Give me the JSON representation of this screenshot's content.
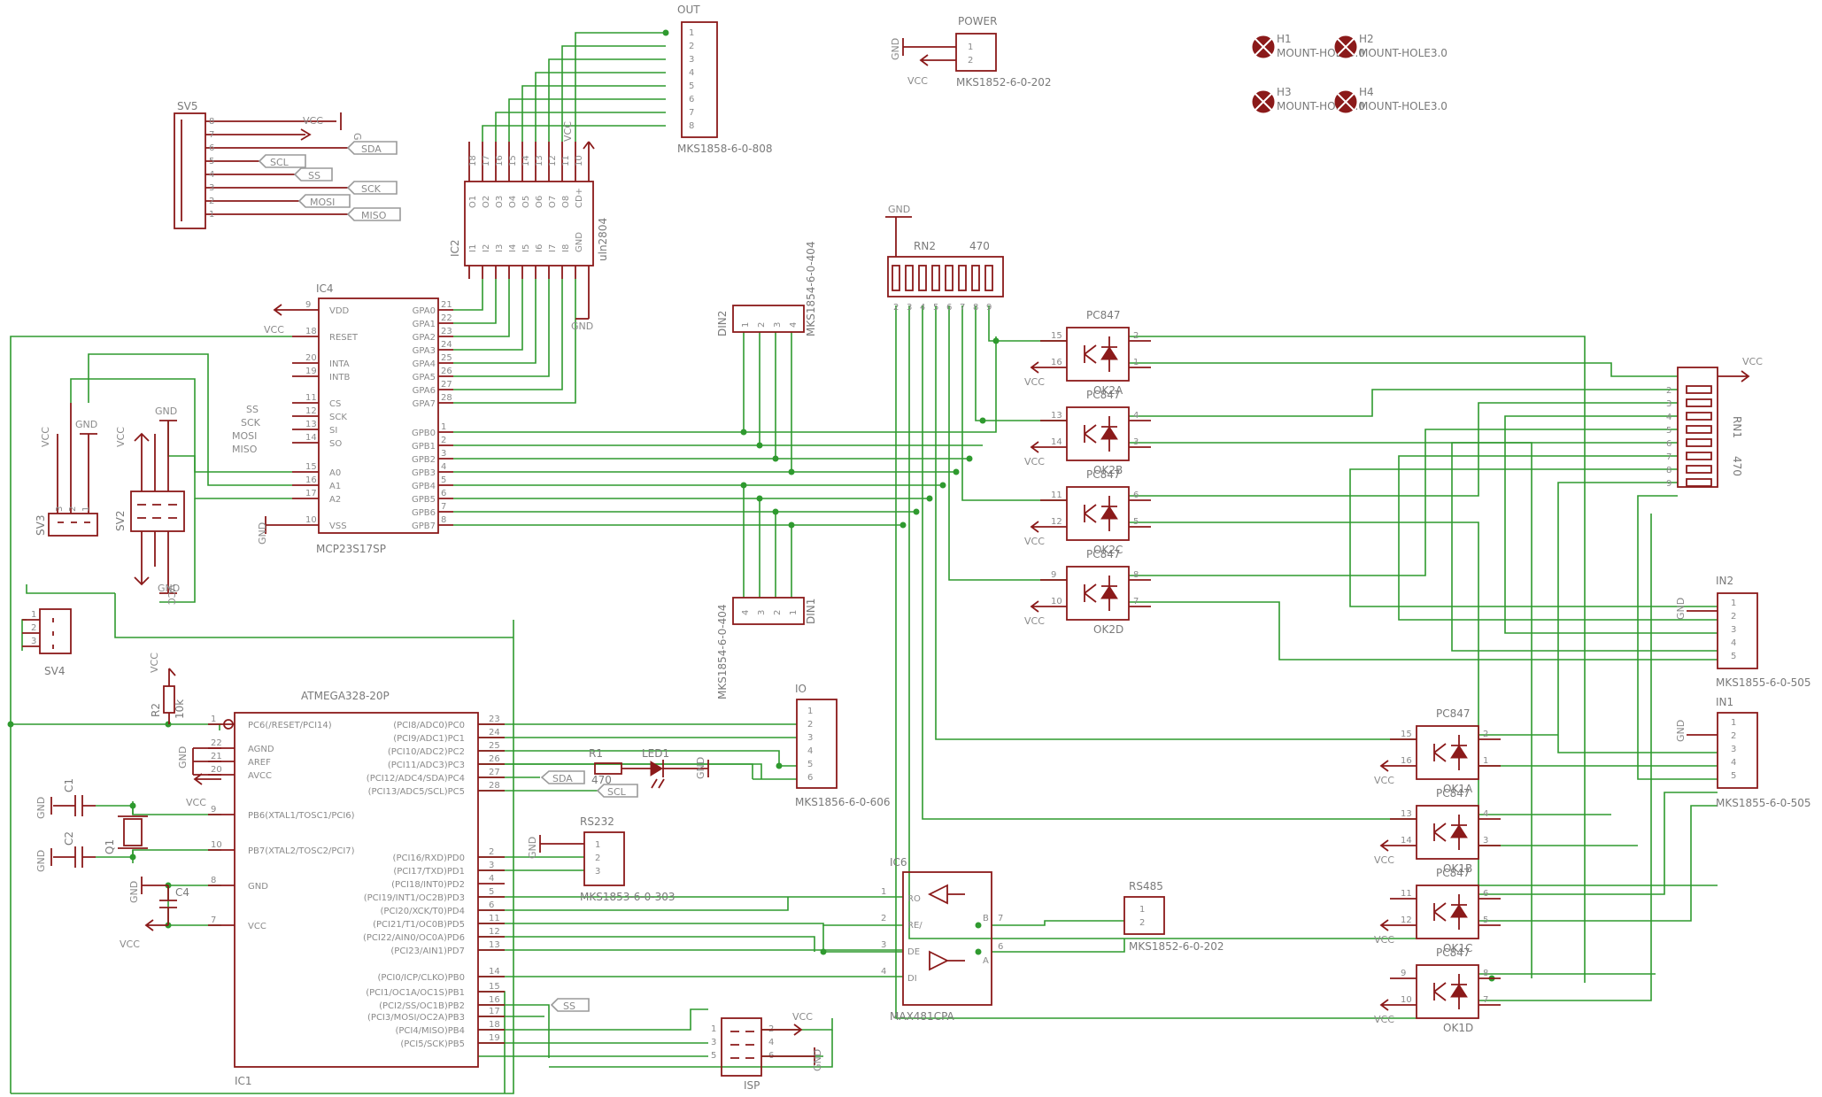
{
  "components": {
    "out": {
      "ref": "OUT",
      "value": "MKS1858-6-0-808",
      "pins": [
        "1",
        "2",
        "3",
        "4",
        "5",
        "6",
        "7",
        "8"
      ]
    },
    "power": {
      "ref": "POWER",
      "value": "MKS1852-6-0-202",
      "gnd": "GND",
      "vcc": "VCC"
    },
    "holes": [
      {
        "ref": "H1",
        "value": "MOUNT-HOLE3.0"
      },
      {
        "ref": "H2",
        "value": "MOUNT-HOLE3.0"
      },
      {
        "ref": "H3",
        "value": "MOUNT-HOLE3.0"
      },
      {
        "ref": "H4",
        "value": "MOUNT-HOLE3.0"
      }
    ],
    "sv5": {
      "ref": "SV5",
      "nets": [
        "VCC",
        "GND",
        "SDA",
        "SCL",
        "SS",
        "SCK",
        "MOSI",
        "MISO"
      ]
    },
    "ic2": {
      "ref": "IC2",
      "value": "uln2804",
      "top": [
        "18",
        "17",
        "16",
        "15",
        "14",
        "13",
        "12",
        "11",
        "10"
      ],
      "out": [
        "O1",
        "O2",
        "O3",
        "O4",
        "O5",
        "O6",
        "O7",
        "O8",
        "CD+"
      ],
      "in": [
        "I1",
        "I2",
        "I3",
        "I4",
        "I5",
        "I6",
        "I7",
        "I8",
        "GND"
      ],
      "vcc": "VCC",
      "gnd": "GND"
    },
    "ic4": {
      "ref": "IC4",
      "value": "MCP23S17SP",
      "left": [
        [
          "9",
          "VDD"
        ],
        [
          "18",
          "RESET"
        ],
        [
          "20",
          "INTA"
        ],
        [
          "19",
          "INTB"
        ],
        [
          "11",
          "CS"
        ],
        [
          "12",
          "SCK"
        ],
        [
          "13",
          "SI"
        ],
        [
          "14",
          "SO"
        ],
        [
          "15",
          "A0"
        ],
        [
          "16",
          "A1"
        ],
        [
          "17",
          "A2"
        ],
        [
          "10",
          "VSS"
        ]
      ],
      "right": [
        [
          "21",
          "GPA0"
        ],
        [
          "22",
          "GPA1"
        ],
        [
          "23",
          "GPA2"
        ],
        [
          "24",
          "GPA3"
        ],
        [
          "25",
          "GPA4"
        ],
        [
          "26",
          "GPA5"
        ],
        [
          "27",
          "GPA6"
        ],
        [
          "28",
          "GPA7"
        ],
        [
          "1",
          "GPB0"
        ],
        [
          "2",
          "GPB1"
        ],
        [
          "3",
          "GPB2"
        ],
        [
          "4",
          "GPB3"
        ],
        [
          "5",
          "GPB4"
        ],
        [
          "6",
          "GPB5"
        ],
        [
          "7",
          "GPB6"
        ],
        [
          "8",
          "GPB7"
        ]
      ],
      "nets": [
        "SS",
        "SCK",
        "MOSI",
        "MISO"
      ],
      "vcc": "VCC",
      "gnd": "GND"
    },
    "din2": {
      "ref": "DIN2",
      "value": "MKS1854-6-0-404"
    },
    "din1": {
      "ref": "DIN1",
      "value": "MKS1854-6-0-404"
    },
    "rn2": {
      "ref": "RN2",
      "value": "470",
      "gnd": "GND"
    },
    "rn1": {
      "ref": "RN1",
      "value": "470",
      "vcc": "VCC"
    },
    "ok2": [
      {
        "ref": "OK2A",
        "pins": [
          "15",
          "16",
          "2",
          "1"
        ]
      },
      {
        "ref": "OK2B",
        "pins": [
          "13",
          "14",
          "4",
          "3"
        ]
      },
      {
        "ref": "OK2C",
        "pins": [
          "11",
          "12",
          "6",
          "5"
        ]
      },
      {
        "ref": "OK2D",
        "pins": [
          "9",
          "10",
          "8",
          "7"
        ]
      }
    ],
    "ok1": [
      {
        "ref": "OK1A",
        "pins": [
          "15",
          "16",
          "2",
          "1"
        ]
      },
      {
        "ref": "OK1B",
        "pins": [
          "13",
          "14",
          "4",
          "3"
        ]
      },
      {
        "ref": "OK1C",
        "pins": [
          "11",
          "12",
          "6",
          "5"
        ]
      },
      {
        "ref": "OK1D",
        "pins": [
          "9",
          "10",
          "8",
          "7"
        ]
      }
    ],
    "pc847": "PC847",
    "in2": {
      "ref": "IN2",
      "value": "MKS1855-6-0-505",
      "gnd": "GND"
    },
    "in1": {
      "ref": "IN1",
      "value": "MKS1855-6-0-505",
      "gnd": "GND"
    },
    "sv3": {
      "ref": "SV3",
      "vcc": "VCC",
      "gnd": "GND"
    },
    "sv2": {
      "ref": "SV2",
      "vcc": "VCC",
      "gnd": "GND",
      "vcc2": "VCC"
    },
    "sv4": {
      "ref": "SV4"
    },
    "ic1": {
      "ref": "IC1",
      "value": "ATMEGA328-20P",
      "left": [
        [
          "1",
          "PC6(/RESET/PCI14)"
        ],
        [
          "22",
          "AGND"
        ],
        [
          "21",
          "AREF"
        ],
        [
          "20",
          "AVCC"
        ],
        [
          "9",
          "PB6(XTAL1/TOSC1/PCI6)"
        ],
        [
          "10",
          "PB7(XTAL2/TOSC2/PCI7)"
        ],
        [
          "8",
          "GND"
        ],
        [
          "7",
          "VCC"
        ]
      ],
      "right": [
        [
          "23",
          "(PCI8/ADC0)PC0"
        ],
        [
          "24",
          "(PCI9/ADC1)PC1"
        ],
        [
          "25",
          "(PCI10/ADC2)PC2"
        ],
        [
          "26",
          "(PCI11/ADC3)PC3"
        ],
        [
          "27",
          "(PCI12/ADC4/SDA)PC4"
        ],
        [
          "28",
          "(PCI13/ADC5/SCL)PC5"
        ],
        [
          "2",
          "(PCI16/RXD)PD0"
        ],
        [
          "3",
          "(PCI17/TXD)PD1"
        ],
        [
          "4",
          "(PCI18/INT0)PD2"
        ],
        [
          "5",
          "(PCI19/INT1/OC2B)PD3"
        ],
        [
          "6",
          "(PCI20/XCK/T0)PD4"
        ],
        [
          "11",
          "(PCI21/T1/OC0B)PD5"
        ],
        [
          "12",
          "(PCI22/AIN0/OC0A)PD6"
        ],
        [
          "13",
          "(PCI23/AIN1)PD7"
        ],
        [
          "14",
          "(PCI0/ICP/CLKO)PB0"
        ],
        [
          "15",
          "(PCI1/OC1A/OC1S)PB1"
        ],
        [
          "16",
          "(PCI2/SS/OC1B)PB2"
        ],
        [
          "17",
          "(PCI3/MOSI/OC2A)PB3"
        ],
        [
          "18",
          "(PCI4/MISO)PB4"
        ],
        [
          "19",
          "(PCI5/SCK)PB5"
        ]
      ]
    },
    "r2": {
      "ref": "R2",
      "value": "10k",
      "vcc": "VCC"
    },
    "c1": {
      "ref": "C1",
      "gnd": "GND"
    },
    "c2": {
      "ref": "C2",
      "gnd": "GND"
    },
    "c4": {
      "ref": "C4",
      "gnd": "GND",
      "vcc": "VCC"
    },
    "q1": {
      "ref": "Q1"
    },
    "io": {
      "ref": "IO",
      "value": "MKS1856-6-0-606"
    },
    "r1": {
      "ref": "R1",
      "value": "470"
    },
    "led1": {
      "ref": "LED1",
      "gnd": "GND"
    },
    "rs232": {
      "ref": "RS232",
      "value": "MKS1853-6-0-303",
      "gnd": "GND"
    },
    "ic6": {
      "ref": "IC6",
      "value": "MAX481CPA",
      "pins": [
        [
          "1",
          "RO"
        ],
        [
          "2",
          "RE/"
        ],
        [
          "3",
          "DE"
        ],
        [
          "4",
          "DI"
        ],
        [
          "7",
          "B"
        ],
        [
          "6",
          "A"
        ]
      ]
    },
    "rs485": {
      "ref": "RS485",
      "value": "MKS1852-6-0-202"
    },
    "isp": {
      "ref": "ISP",
      "vcc": "VCC",
      "gnd": "GND"
    },
    "netlabels": {
      "sda": "SDA",
      "scl": "SCL",
      "ss": "SS"
    },
    "misc": {
      "vcc": "VCC",
      "gnd": "GND"
    }
  }
}
